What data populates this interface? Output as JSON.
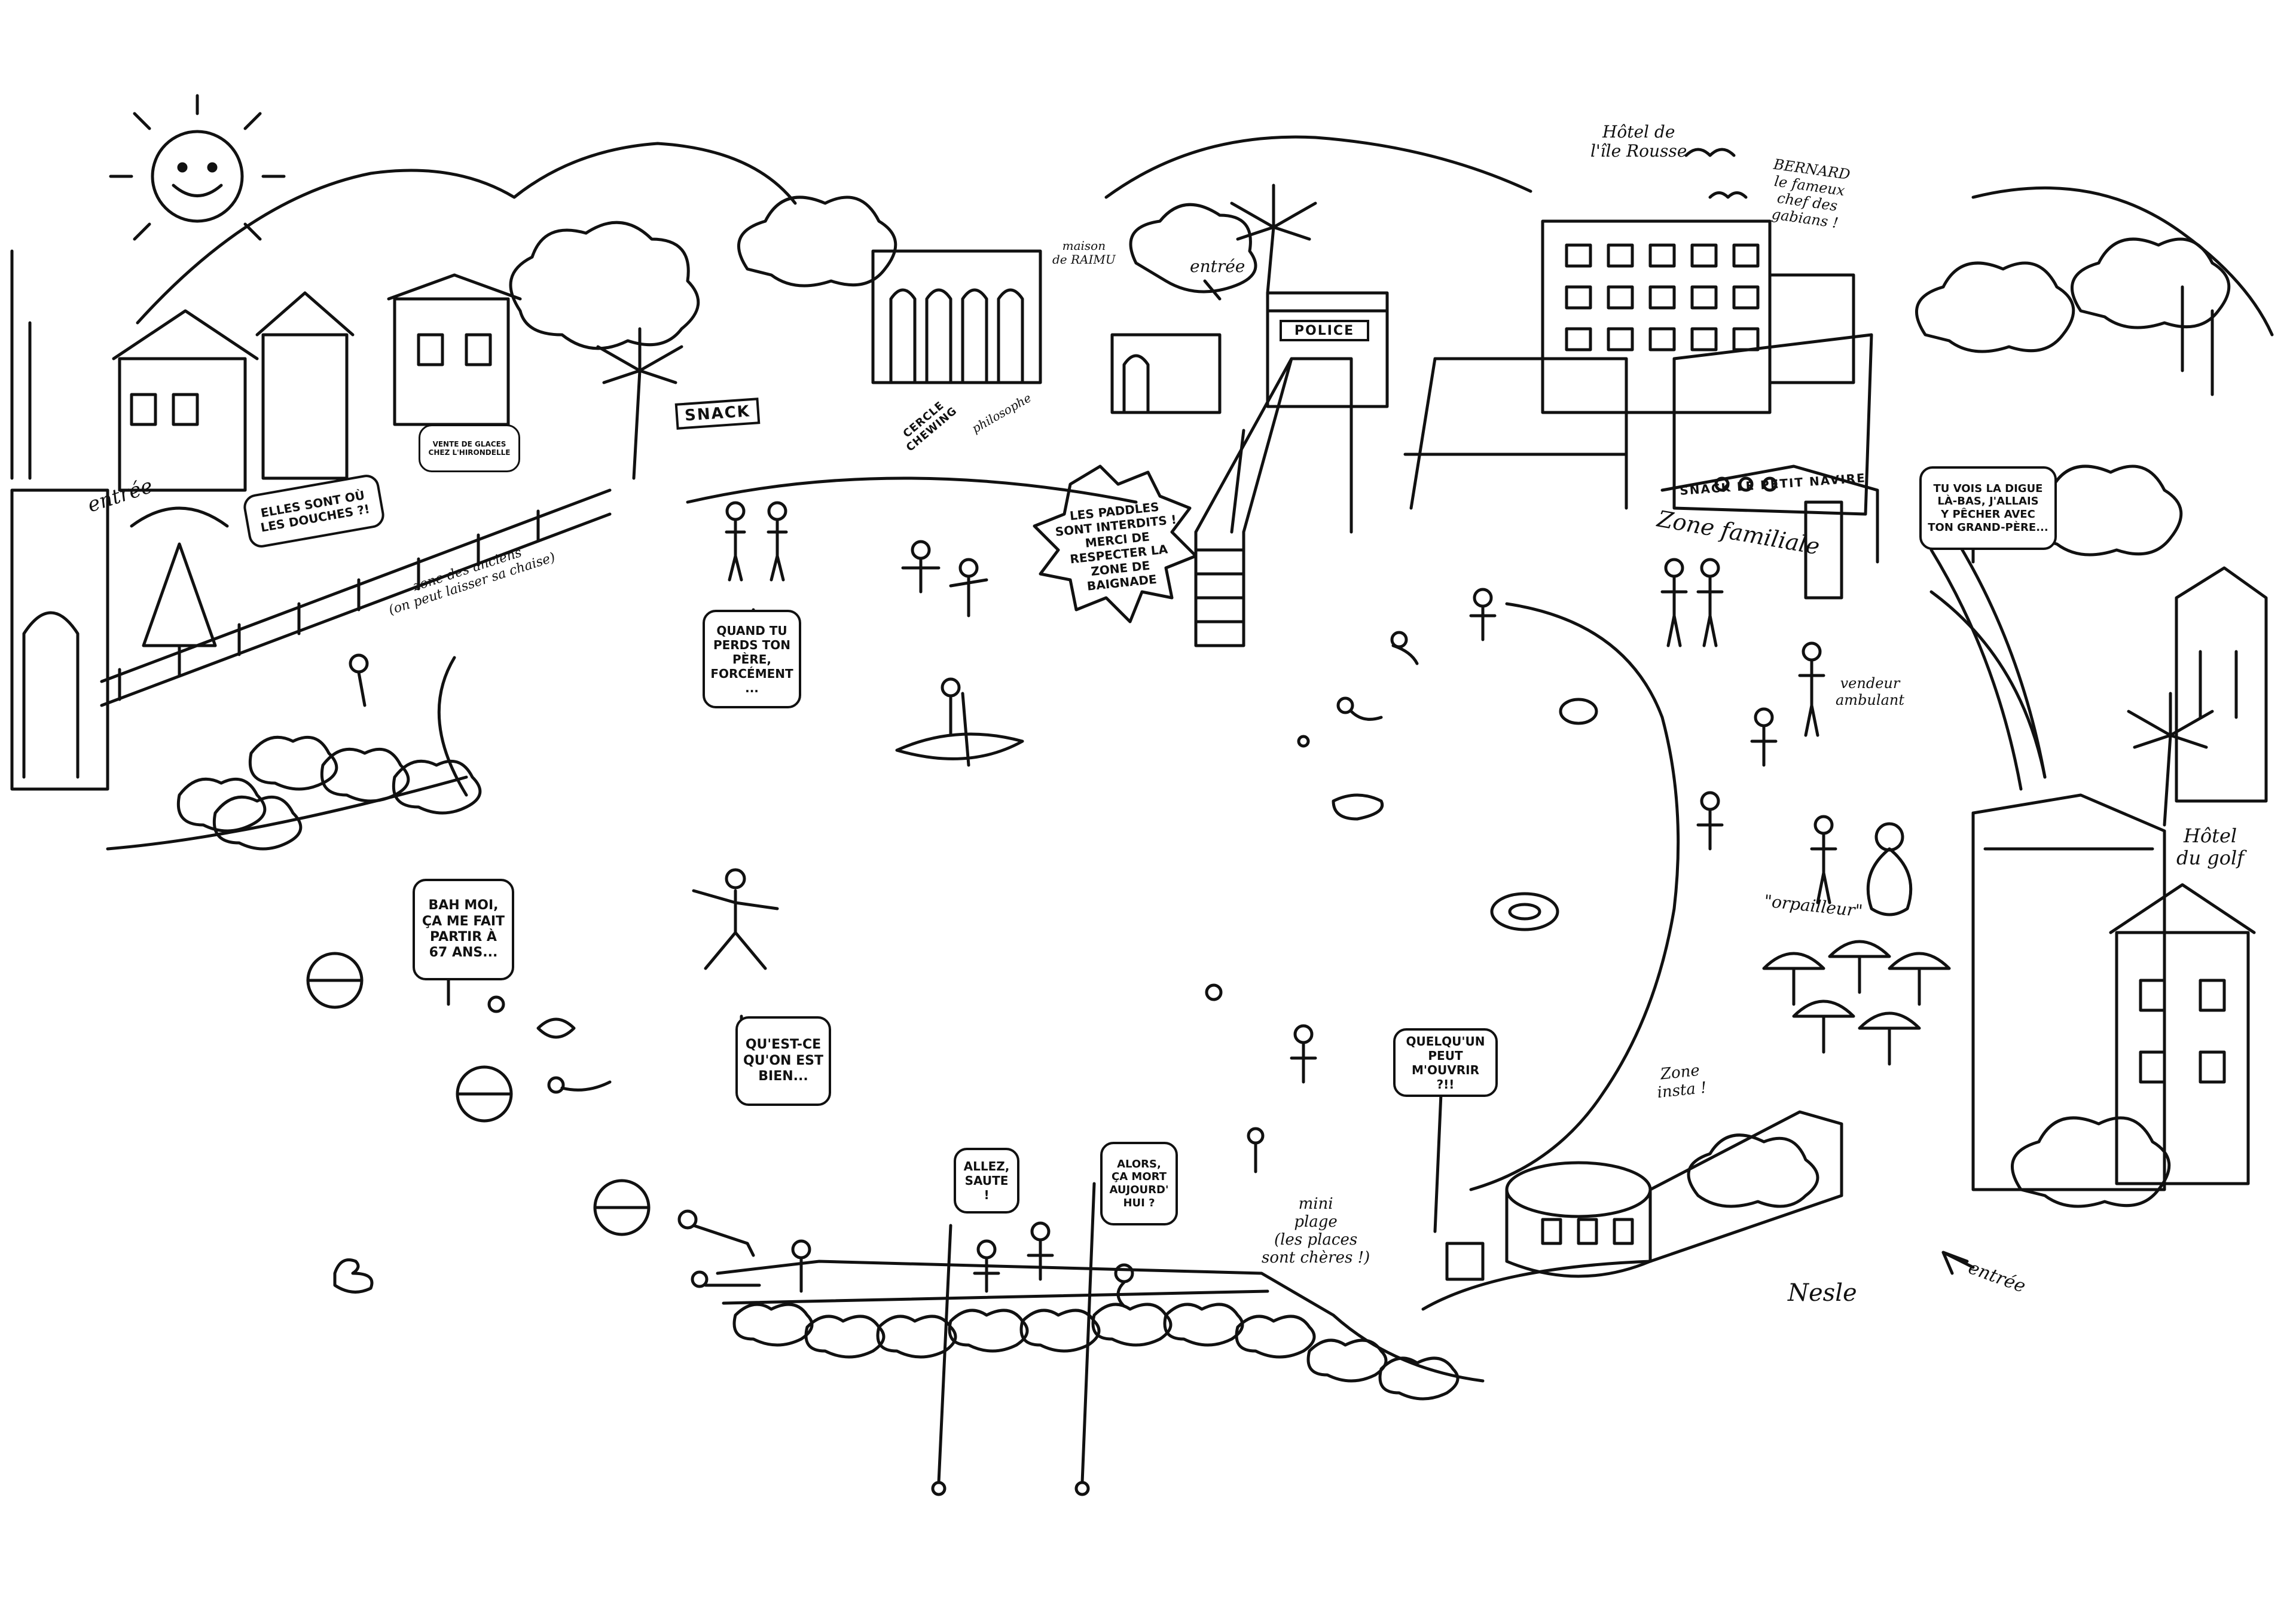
{
  "labels": {
    "entree_top_left": "entrée",
    "entree_top_center": "entrée",
    "entree_bottom_right": "entrée",
    "hotel_ile_rousse": "Hôtel de\nl'île Rousse",
    "hotel_golf": "Hôtel\ndu golf",
    "bernard": "BERNARD\nle fameux\nchef des\ngabians !",
    "maison_raimu": "maison\nde RAIMU",
    "zone_familiale": "Zone familiale",
    "zone_anciens": "zone des anciens\n(on peut laisser sa chaise)",
    "vendeur_ambulant": "vendeur\nambulant",
    "orpailleur": "\"orpailleur\"",
    "zone_insta": "Zone\ninsta !",
    "mini_plage": "mini\nplage\n(les places\nsont chères !)",
    "philosophe": "philosophe",
    "cercle": "CERCLE\nCHEWING"
  },
  "signs": {
    "snack": "SNACK",
    "police": "POLICE",
    "snack_petit_navire": "SNACK LE PETIT NAVIRE"
  },
  "bubbles": {
    "douches": "ELLES SONT OÙ\nLES DOUCHES ?!",
    "paddles": "LES PADDLES\nSONT INTERDITS !\nMERCI DE\nRESPECTER LA\nZONE DE\nBAIGNADE",
    "quand_tu_perds": "QUAND TU\nPERDS TON\nPÈRE,\nFORCÉMENT\n...",
    "bah_moi": "BAH MOI,\nÇA ME FAIT\nPARTIR À\n67 ANS...",
    "quest_ce": "QU'EST-CE\nQU'ON EST\nBIEN...",
    "allez_saute": "ALLEZ,\nSAUTE !",
    "alors_ca_mord": "ALORS,\nÇA MORT\nAUJOURD'\nHUI ?",
    "quelquun": "QUELQU'UN\nPEUT M'OUVRIR\n?!!",
    "tu_vois_la_digue": "TU VOIS LA DIGUE\nLÀ-BAS, J'ALLAIS\nY PÊCHER AVEC\nTON GRAND-PÈRE...",
    "tiny_sign": "VENTE DE GLACES\nCHEZ L'HIRONDELLE"
  },
  "signature": "Nesle"
}
